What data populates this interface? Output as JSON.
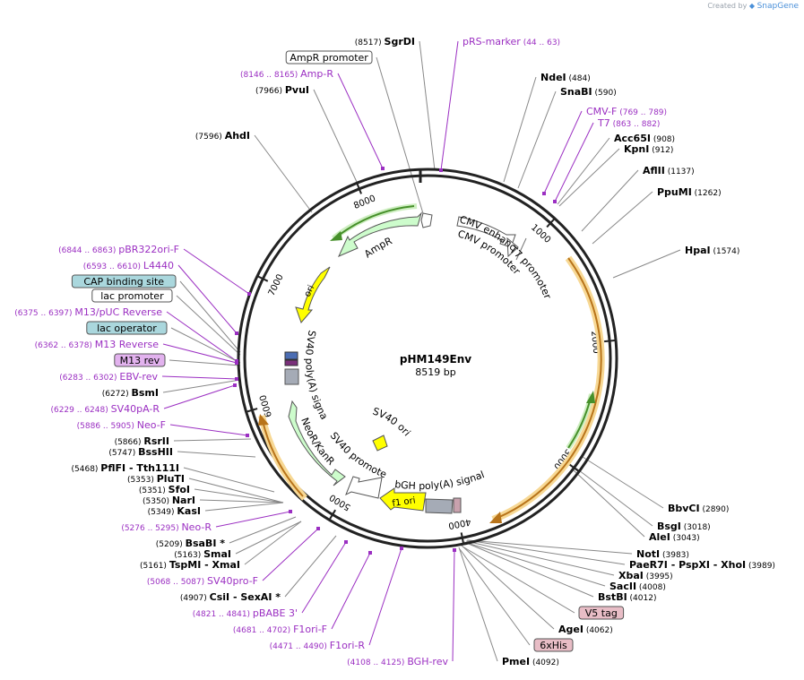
{
  "credit": {
    "prefix": "Created by",
    "brand": "SnapGene"
  },
  "plasmid": {
    "name": "pHM149Env",
    "length": "8519 bp",
    "total_bp": 8519
  },
  "colors": {
    "enzyme": "#000000",
    "primer": "#9b2fc2",
    "misc_box": "#aad7dd",
    "v5_box": "#e8bdc6",
    "m13_box": "#e2b2ee",
    "feature_green": "#cdfccc",
    "promoter_white": "#ffffff",
    "ori_yellow": "#ffff00",
    "polyA_gray": "#a5abb6",
    "orf_orange": "#f0b400",
    "orf_green": "#46902a"
  },
  "tick_labels": [
    "1000",
    "2000",
    "3000",
    "4000",
    "5000",
    "6000",
    "7000",
    "8000"
  ],
  "labels": [
    {
      "text": "SgrDI",
      "pos": "(8517)",
      "kind": "enzyme"
    },
    {
      "text": "pRS-marker",
      "pos": "(44 .. 63)",
      "kind": "primer"
    },
    {
      "text": "AmpR promoter",
      "kind": "box"
    },
    {
      "text": "Amp-R",
      "pos": "(8146 .. 8165)",
      "kind": "primer"
    },
    {
      "text": "PvuI",
      "pos": "(7966)",
      "kind": "enzyme"
    },
    {
      "text": "AhdI",
      "pos": "(7596)",
      "kind": "enzyme"
    },
    {
      "text": "NdeI",
      "pos": "(484)",
      "kind": "enzyme"
    },
    {
      "text": "SnaBI",
      "pos": "(590)",
      "kind": "enzyme"
    },
    {
      "text": "CMV-F",
      "pos": "(769 .. 789)",
      "kind": "primer"
    },
    {
      "text": "T7",
      "pos": "(863 .. 882)",
      "kind": "primer"
    },
    {
      "text": "Acc65I",
      "pos": "(908)",
      "kind": "enzyme"
    },
    {
      "text": "KpnI",
      "pos": "(912)",
      "kind": "enzyme"
    },
    {
      "text": "AflII",
      "pos": "(1137)",
      "kind": "enzyme"
    },
    {
      "text": "PpuMI",
      "pos": "(1262)",
      "kind": "enzyme"
    },
    {
      "text": "HpaI",
      "pos": "(1574)",
      "kind": "enzyme"
    },
    {
      "text": "pBR322ori-F",
      "pos": "(6844 .. 6863)",
      "kind": "primer"
    },
    {
      "text": "L4440",
      "pos": "(6593 .. 6610)",
      "kind": "primer"
    },
    {
      "text": "CAP binding site",
      "kind": "box"
    },
    {
      "text": "lac promoter",
      "kind": "box"
    },
    {
      "text": "M13/pUC Reverse",
      "pos": "(6375 .. 6397)",
      "kind": "primer"
    },
    {
      "text": "lac operator",
      "kind": "box"
    },
    {
      "text": "M13 Reverse",
      "pos": "(6362 .. 6378)",
      "kind": "primer"
    },
    {
      "text": "M13 rev",
      "kind": "box"
    },
    {
      "text": "EBV-rev",
      "pos": "(6283 .. 6302)",
      "kind": "primer"
    },
    {
      "text": "BsmI",
      "pos": "(6272)",
      "kind": "enzyme"
    },
    {
      "text": "SV40pA-R",
      "pos": "(6229 .. 6248)",
      "kind": "primer"
    },
    {
      "text": "Neo-F",
      "pos": "(5886 .. 5905)",
      "kind": "primer"
    },
    {
      "text": "RsrII",
      "pos": "(5866)",
      "kind": "enzyme"
    },
    {
      "text": "BssHII",
      "pos": "(5747)",
      "kind": "enzyme"
    },
    {
      "text": "PflFI - Tth111I",
      "pos": "(5468)",
      "kind": "enzyme"
    },
    {
      "text": "PluTI",
      "pos": "(5353)",
      "kind": "enzyme"
    },
    {
      "text": "SfoI",
      "pos": "(5351)",
      "kind": "enzyme"
    },
    {
      "text": "NarI",
      "pos": "(5350)",
      "kind": "enzyme"
    },
    {
      "text": "KasI",
      "pos": "(5349)",
      "kind": "enzyme"
    },
    {
      "text": "Neo-R",
      "pos": "(5276 .. 5295)",
      "kind": "primer"
    },
    {
      "text": "BsaBI *",
      "pos": "(5209)",
      "kind": "enzyme"
    },
    {
      "text": "SmaI",
      "pos": "(5163)",
      "kind": "enzyme"
    },
    {
      "text": "TspMI - XmaI",
      "pos": "(5161)",
      "kind": "enzyme"
    },
    {
      "text": "SV40pro-F",
      "pos": "(5068 .. 5087)",
      "kind": "primer"
    },
    {
      "text": "CsiI - SexAI *",
      "pos": "(4907)",
      "kind": "enzyme"
    },
    {
      "text": "pBABE 3'",
      "pos": "(4821 .. 4841)",
      "kind": "primer"
    },
    {
      "text": "F1ori-F",
      "pos": "(4681 .. 4702)",
      "kind": "primer"
    },
    {
      "text": "F1ori-R",
      "pos": "(4471 .. 4490)",
      "kind": "primer"
    },
    {
      "text": "BGH-rev",
      "pos": "(4108 .. 4125)",
      "kind": "primer"
    },
    {
      "text": "PmeI",
      "pos": "(4092)",
      "kind": "enzyme"
    },
    {
      "text": "6xHis",
      "kind": "box"
    },
    {
      "text": "AgeI",
      "pos": "(4062)",
      "kind": "enzyme"
    },
    {
      "text": "V5 tag",
      "kind": "box"
    },
    {
      "text": "BstBI",
      "pos": "(4012)",
      "kind": "enzyme"
    },
    {
      "text": "SacII",
      "pos": "(4008)",
      "kind": "enzyme"
    },
    {
      "text": "XbaI",
      "pos": "(3995)",
      "kind": "enzyme"
    },
    {
      "text": "PaeR7I - PspXI - XhoI",
      "pos": "(3989)",
      "kind": "enzyme"
    },
    {
      "text": "NotI",
      "pos": "(3983)",
      "kind": "enzyme"
    },
    {
      "text": "AleI",
      "pos": "(3043)",
      "kind": "enzyme"
    },
    {
      "text": "BsgI",
      "pos": "(3018)",
      "kind": "enzyme"
    },
    {
      "text": "BbvCI",
      "pos": "(2890)",
      "kind": "enzyme"
    }
  ],
  "features": [
    {
      "name": "AmpR",
      "start": 7350,
      "end": 8250,
      "strand": -1,
      "type": "gene"
    },
    {
      "name": "AmpR promoter",
      "start": 8250,
      "end": 8350,
      "strand": -1,
      "type": "promoter"
    },
    {
      "name": "ori",
      "start": 6700,
      "end": 7300,
      "strand": -1,
      "type": "rep_origin"
    },
    {
      "name": "CMV enhancer",
      "start": 235,
      "end": 614,
      "strand": 1,
      "type": "enhancer"
    },
    {
      "name": "CMV promoter",
      "start": 615,
      "end": 818,
      "strand": 1,
      "type": "promoter"
    },
    {
      "name": "T7 promoter",
      "start": 863,
      "end": 881,
      "strand": 1,
      "type": "promoter"
    },
    {
      "name": "SV40 poly(A) signal",
      "start": 6140,
      "end": 6260,
      "strand": -1,
      "type": "polyA"
    },
    {
      "name": "NeoR/KanR",
      "start": 5130,
      "end": 5920,
      "strand": -1,
      "type": "gene"
    },
    {
      "name": "SV40 promoter",
      "start": 4880,
      "end": 5130,
      "strand": -1,
      "type": "promoter"
    },
    {
      "name": "SV40 ori",
      "start": 4980,
      "end": 5050,
      "strand": 1,
      "type": "rep_origin"
    },
    {
      "name": "f1 ori",
      "start": 4230,
      "end": 4660,
      "strand": -1,
      "type": "rep_origin"
    },
    {
      "name": "bGH poly(A) signal",
      "start": 4090,
      "end": 4230,
      "strand": 1,
      "type": "polyA"
    }
  ]
}
